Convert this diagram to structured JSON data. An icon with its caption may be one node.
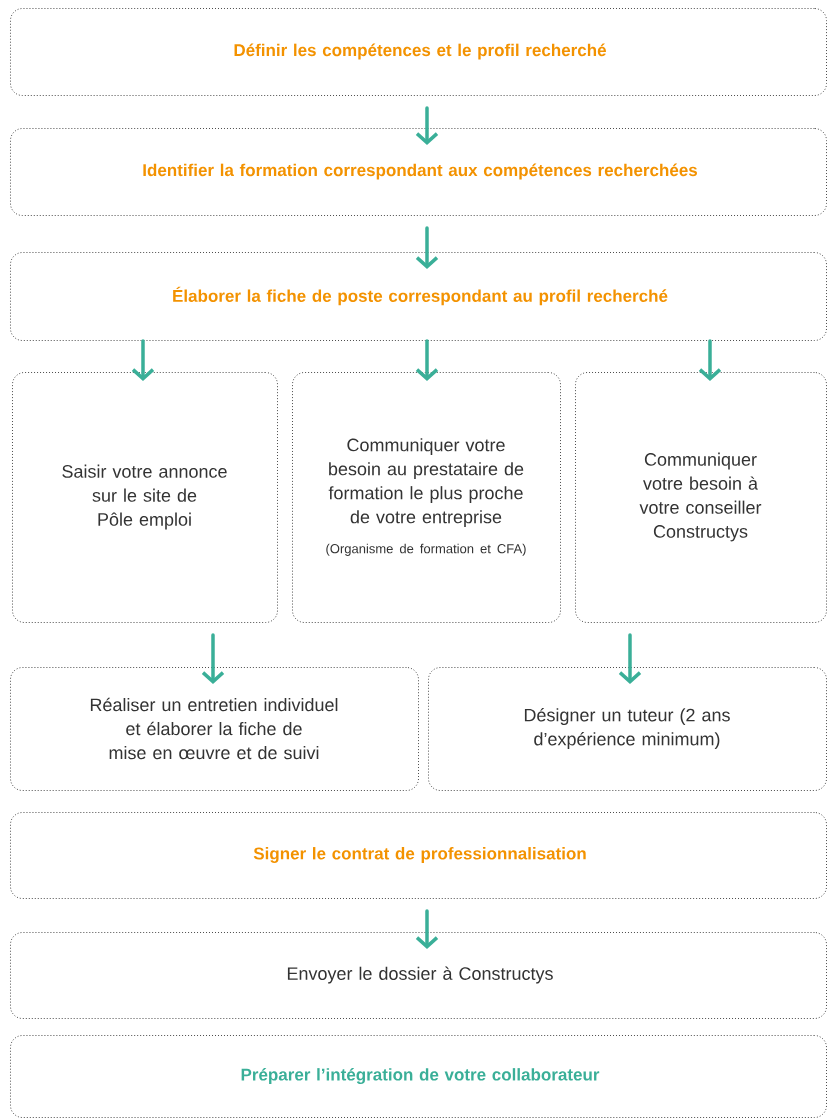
{
  "diagram": {
    "nodes": [
      {
        "text": [
          "Définir les compétences et le profil recherché"
        ]
      },
      {
        "text": [
          "Identifier la formation correspondant aux compétences recherchées"
        ]
      },
      {
        "text": [
          "Élaborer la fiche de poste correspondant au profil recherché"
        ]
      },
      {
        "text": [
          "Saisir votre annonce sur le site de Pôle emploi"
        ]
      },
      {
        "text": [
          "Communiquer votre besoin au prestataire de formation le plus proche de votre entreprise",
          "(Organisme de formation et CFA)"
        ]
      },
      {
        "text": [
          "Communiquer votre besoin à votre conseiller Constructys"
        ]
      },
      {
        "text": [
          "Réaliser un entretien individuel et élaborer la fiche de mise en œuvre et de suivi"
        ]
      },
      {
        "text": [
          "Désigner un tuteur (2 ans d’expérience minimum)"
        ]
      },
      {
        "text": [
          "Signer le contrat de professionnalisation"
        ]
      },
      {
        "text": [
          "Envoyer le dossier à Constructys"
        ]
      },
      {
        "text": [
          "Préparer l’intégration de votre collaborateur"
        ]
      }
    ],
    "edges": [
      {
        "from": 0,
        "to": 1,
        "arrow": "to"
      },
      {
        "from": 1,
        "to": 2,
        "arrow": "to"
      },
      {
        "from": 2,
        "to": 3,
        "arrow": "to"
      },
      {
        "from": 2,
        "to": 4,
        "arrow": "to"
      },
      {
        "from": 2,
        "to": 5,
        "arrow": "to"
      },
      {
        "from": 3,
        "to": 6,
        "arrow": "to"
      },
      {
        "from": 5,
        "to": 7,
        "arrow": "to"
      },
      {
        "from": 8,
        "to": 9,
        "arrow": "to"
      }
    ]
  }
}
